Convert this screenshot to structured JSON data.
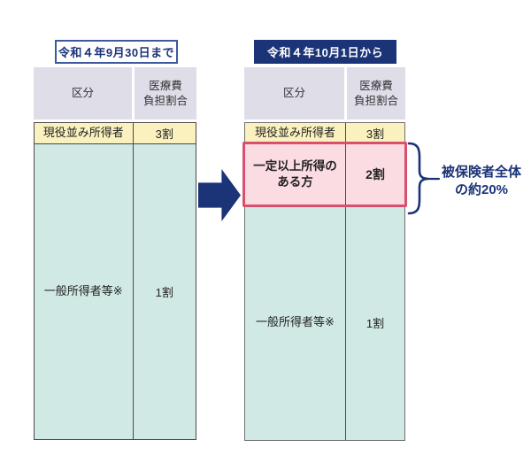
{
  "colors": {
    "navy": "#1b3377",
    "header_lavender": "#dedde8",
    "row_yellow": "#fbf1bf",
    "row_teal": "#d0e9e4",
    "highlight_pink_fill": "#fadce2",
    "highlight_pink_border": "#d9506e"
  },
  "before": {
    "title": "令和４年9月30日まで",
    "columns": {
      "category": "区分",
      "ratio": "医療費\n負担割合"
    },
    "rows": [
      {
        "category": "現役並み所得者",
        "ratio": "3割"
      },
      {
        "category": "一般所得者等※",
        "ratio": "1割"
      }
    ]
  },
  "after": {
    "title": "令和４年10月1日から",
    "columns": {
      "category": "区分",
      "ratio": "医療費\n負担割合"
    },
    "rows": [
      {
        "category": "現役並み所得者",
        "ratio": "3割"
      },
      {
        "category": "一定以上所得の\nある方",
        "ratio": "2割"
      },
      {
        "category": "一般所得者等※",
        "ratio": "1割"
      }
    ]
  },
  "annotation": "被保険者全体\nの約20%"
}
